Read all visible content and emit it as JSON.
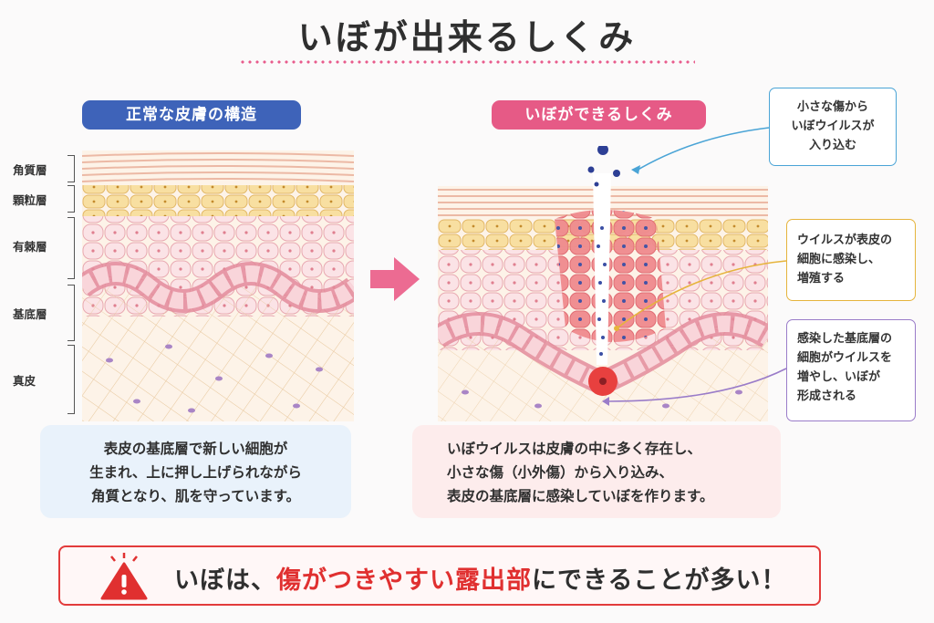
{
  "title": "いぼが出来るしくみ",
  "left_panel": {
    "heading": "正常な皮膚の構造",
    "layers": [
      "角質層",
      "顆粒層",
      "有棘層",
      "基底層",
      "真皮"
    ],
    "description": [
      "表皮の基底層で新しい細胞が",
      "生まれ、上に押し上げられながら",
      "角質となり、肌を守っています。"
    ]
  },
  "right_panel": {
    "heading": "いぼができるしくみ",
    "callouts": [
      {
        "lines": [
          "小さな傷から",
          "いぼウイルスが",
          "入り込む"
        ],
        "color": "#4aa4d6"
      },
      {
        "lines": [
          "ウイルスが表皮の",
          "細胞に感染し、",
          "増殖する"
        ],
        "color": "#e6b43c"
      },
      {
        "lines": [
          "感染した基底層の",
          "細胞がウイルスを",
          "増やし、いぼが",
          "形成される"
        ],
        "color": "#9a7cc9"
      }
    ],
    "description": [
      "いぼウイルスは皮膚の中に多く存在し、",
      "小さな傷（小外傷）から入り込み、",
      "表皮の基底層に感染していぼを作ります。"
    ]
  },
  "warning": {
    "prefix": "いぼは、",
    "emphasis": "傷がつきやすい露出部",
    "suffix": "にできることが多い！",
    "icon": "warning-triangle-icon"
  },
  "colors": {
    "blue": "#3e63b9",
    "pink": "#e65a86",
    "red": "#e03030"
  }
}
